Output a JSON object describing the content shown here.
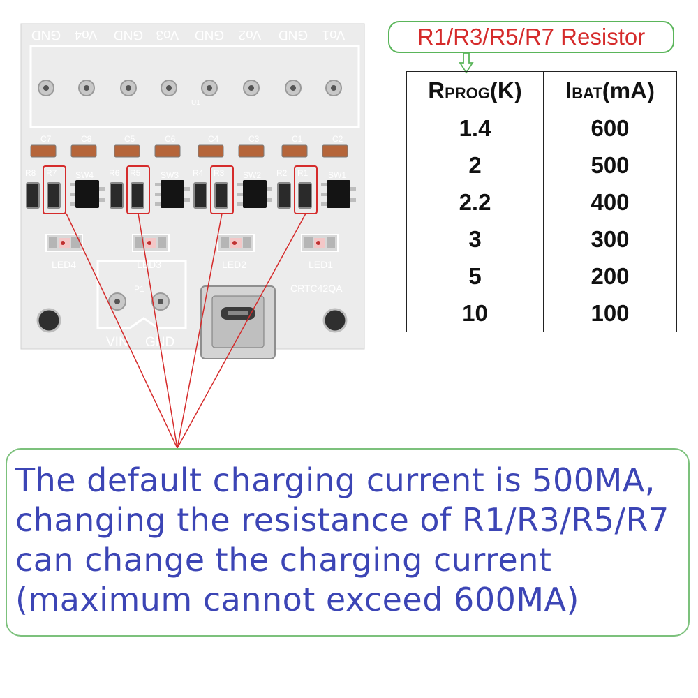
{
  "board": {
    "header_labels": [
      "GND",
      "Vo4",
      "GND",
      "Vo3",
      "GND",
      "Vo2",
      "GND",
      "Vo1"
    ],
    "header_ref": "U1",
    "capacitor_labels": [
      "C7",
      "C8",
      "C5",
      "C6",
      "C4",
      "C3",
      "C1",
      "C2"
    ],
    "resistor_labels": [
      "R8",
      "R7",
      "R6",
      "R5",
      "R4",
      "R3",
      "R2",
      "R1"
    ],
    "switch_labels": [
      "SW4",
      "SW3",
      "SW2",
      "SW1"
    ],
    "led_labels": [
      "LED4",
      "LED3",
      "LED2",
      "LED1"
    ],
    "connector_ref": "P1",
    "model": "CRTC42QA",
    "input_labels": [
      "VIN",
      "GND"
    ],
    "colors": {
      "board": "#ececec",
      "pad": "#b4b4b4",
      "callout_red": "#d52b2b",
      "frame_green": "#5ab55a",
      "note_text": "#3c45b5"
    }
  },
  "resistor_title": "R1/R3/R5/R7 Resistor",
  "table": {
    "headers": [
      {
        "main": "R",
        "sub": "PROG",
        "unit": "(K)"
      },
      {
        "main": "I",
        "sub": "BAT",
        "unit": "(mA)"
      }
    ],
    "rows": [
      [
        "1.4",
        "600"
      ],
      [
        "2",
        "500"
      ],
      [
        "2.2",
        "400"
      ],
      [
        "3",
        "300"
      ],
      [
        "5",
        "200"
      ],
      [
        "10",
        "100"
      ]
    ]
  },
  "note": {
    "lines": [
      "The default charging current is 500MA,",
      "changing the resistance of R1/R3/R5/R7",
      "can change the charging current",
      "(maximum cannot exceed 600MA)"
    ]
  }
}
